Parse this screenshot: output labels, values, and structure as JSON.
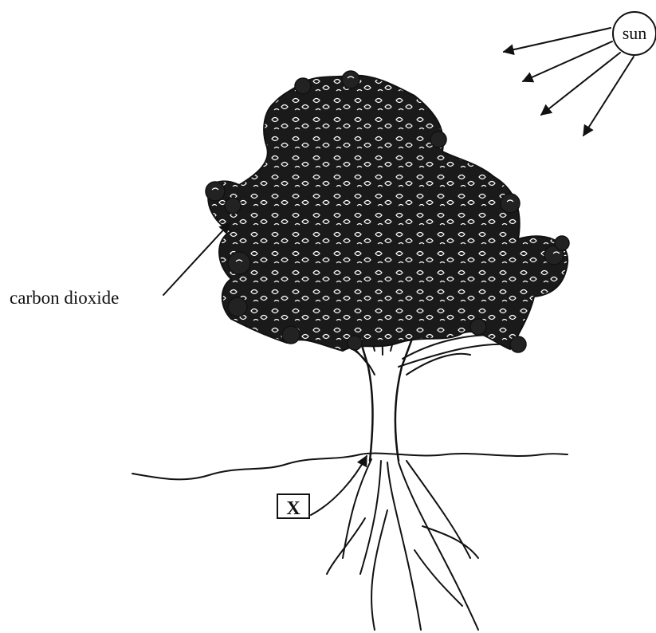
{
  "labels": {
    "sun": "sun",
    "carbon_dioxide": "carbon dioxide",
    "x_marker": "X"
  },
  "icons": [
    "sun-icon",
    "tree-icon",
    "sunray-arrow-icon",
    "arrow-icon"
  ],
  "colors": {
    "ink": "#111111",
    "background": "#ffffff"
  }
}
